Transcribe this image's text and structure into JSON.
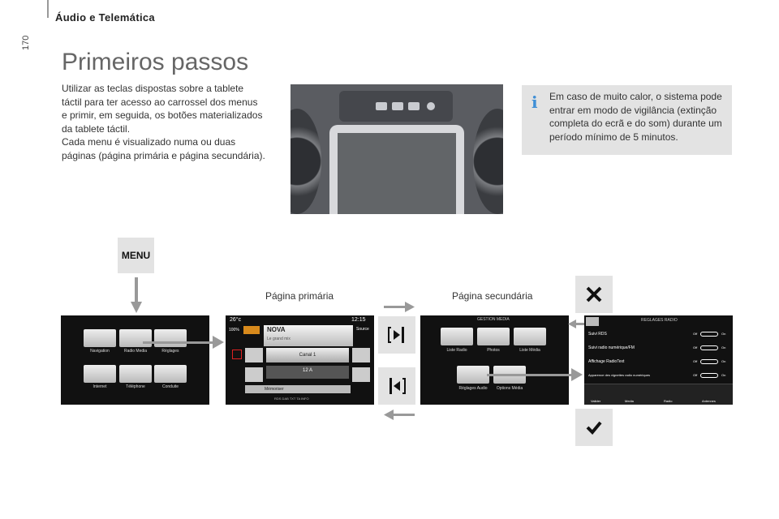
{
  "header": {
    "section": "Áudio e Telemática",
    "page_number": "170"
  },
  "title": "Primeiros passos",
  "intro": "Utilizar as teclas dispostas sobre a tablete\ntáctil para ter acesso ao carrossel dos menus\ne primir, em seguida, os botões materializados\nda tablete táctil.\nCada menu é visualizado numa ou duas\npáginas (página primária e página secundária).",
  "info": {
    "icon": "i",
    "text": "Em caso de muito calor, o sistema pode entrar em modo de vigilância (extinção completa do ecrã e do som) durante um período mínimo de 5 minutos."
  },
  "menu_button": "MENU",
  "labels": {
    "primary": "Página primária",
    "secondary": "Página secundária"
  },
  "screen1": {
    "tiles_top": [
      "Navigation",
      "Radio Media",
      "Réglages"
    ],
    "tiles_bottom": [
      "Internet",
      "Téléphone",
      "Conduite"
    ]
  },
  "screen2": {
    "temp": "26°c",
    "time": "12:15",
    "station": "NOVA",
    "subtitle": "Le grand mix",
    "channel": "Canal 1",
    "freq": "12 A",
    "memorise": "Mémoriser",
    "footer": "RDS DAB TXT TA INFO",
    "source": "Source",
    "zoom": "100%"
  },
  "screen3": {
    "title": "GESTION MEDIA",
    "tiles": [
      "Liste Radio",
      "Photos",
      "Liste Média",
      "Réglages Audio",
      "Options Média"
    ]
  },
  "screen4": {
    "title": "REGLAGES RADIO",
    "rows": [
      "Suivi RDS",
      "Suivi radio numérique/FM",
      "Affichage RadioText",
      "Apparence des vignettes radio numériques"
    ],
    "off": "Off",
    "on": "On",
    "bottom": [
      "Valider",
      "Media",
      "Radio",
      "Antennes"
    ]
  }
}
